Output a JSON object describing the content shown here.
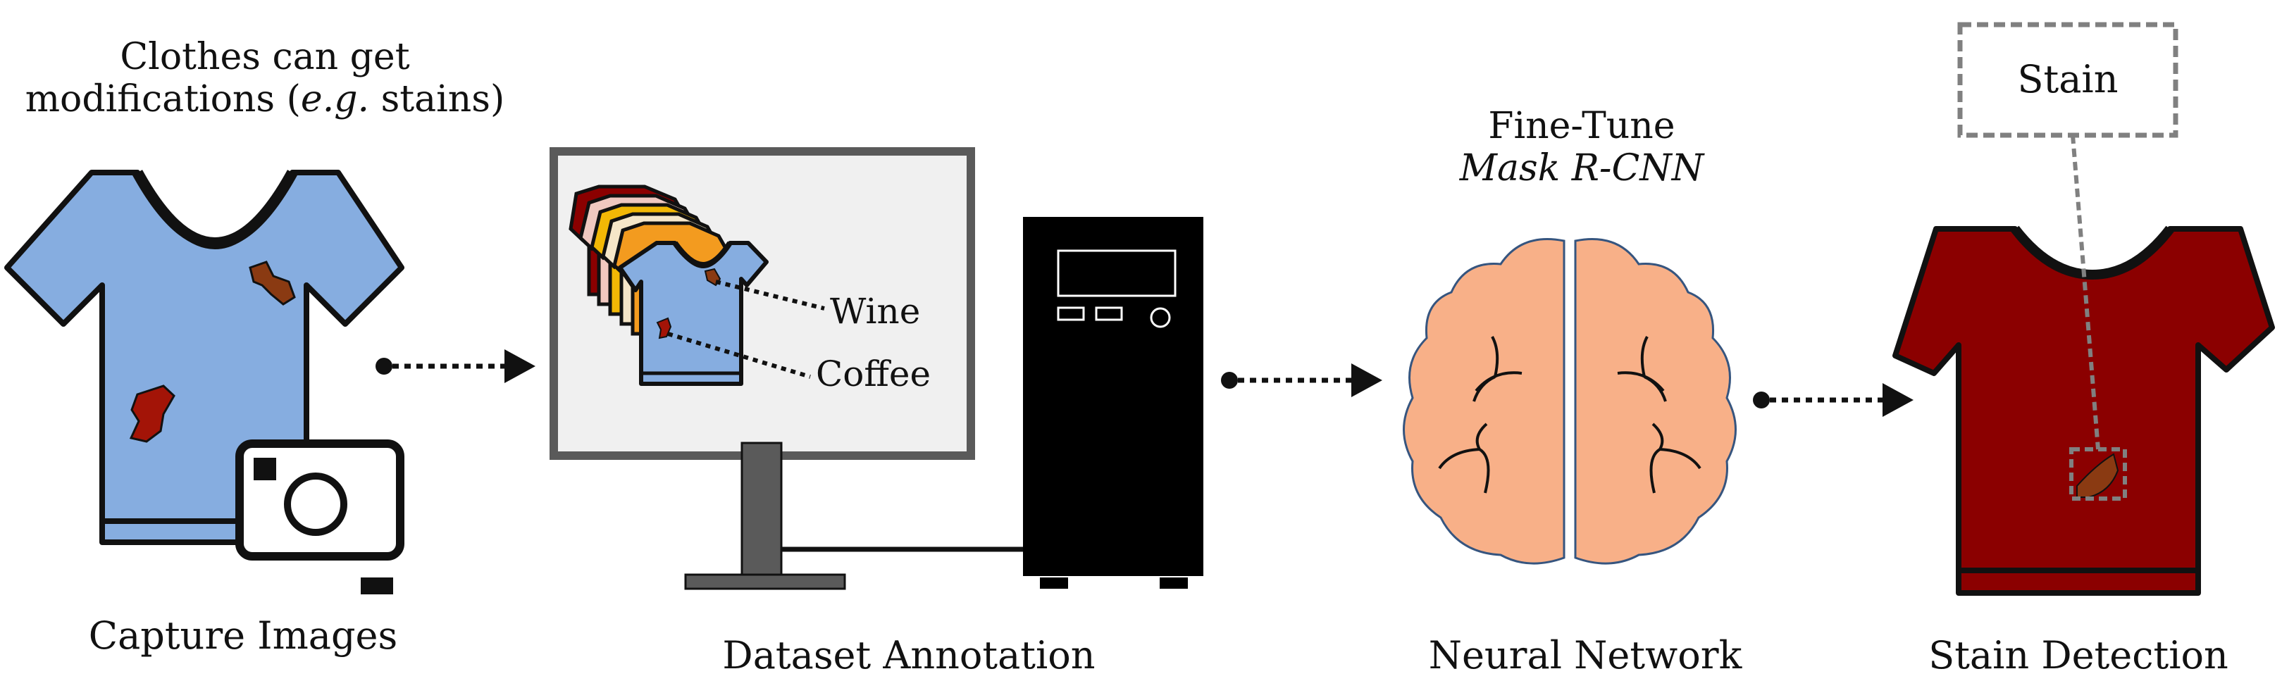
{
  "capture": {
    "title_line1": "Clothes can get",
    "title_line2_prefix": "modifications (",
    "title_line2_italic": "e.g.",
    "title_line2_suffix": " stains)",
    "caption": "Capture Images"
  },
  "annotation": {
    "caption": "Dataset Annotation",
    "label_wine": "Wine",
    "label_coffee": "Coffee"
  },
  "network": {
    "title_line1": "Fine-Tune",
    "title_line2": "Mask R-CNN",
    "caption": "Neural Network"
  },
  "detection": {
    "box_label": "Stain",
    "caption": "Stain Detection"
  },
  "colors": {
    "shirt_blue": "#86ADE0",
    "shirt_red": "#8B0000",
    "stain_red": "#A31407",
    "stain_brown": "#8A3A12",
    "brain": "#F8B088",
    "screen": "#F0F0F0",
    "monitor_frame": "#5A5A5A",
    "dashed_gray": "#808080"
  },
  "icons": [
    "t-shirt-icon",
    "camera-icon",
    "monitor-icon",
    "computer-tower-icon",
    "brain-icon",
    "arrow-icon"
  ]
}
